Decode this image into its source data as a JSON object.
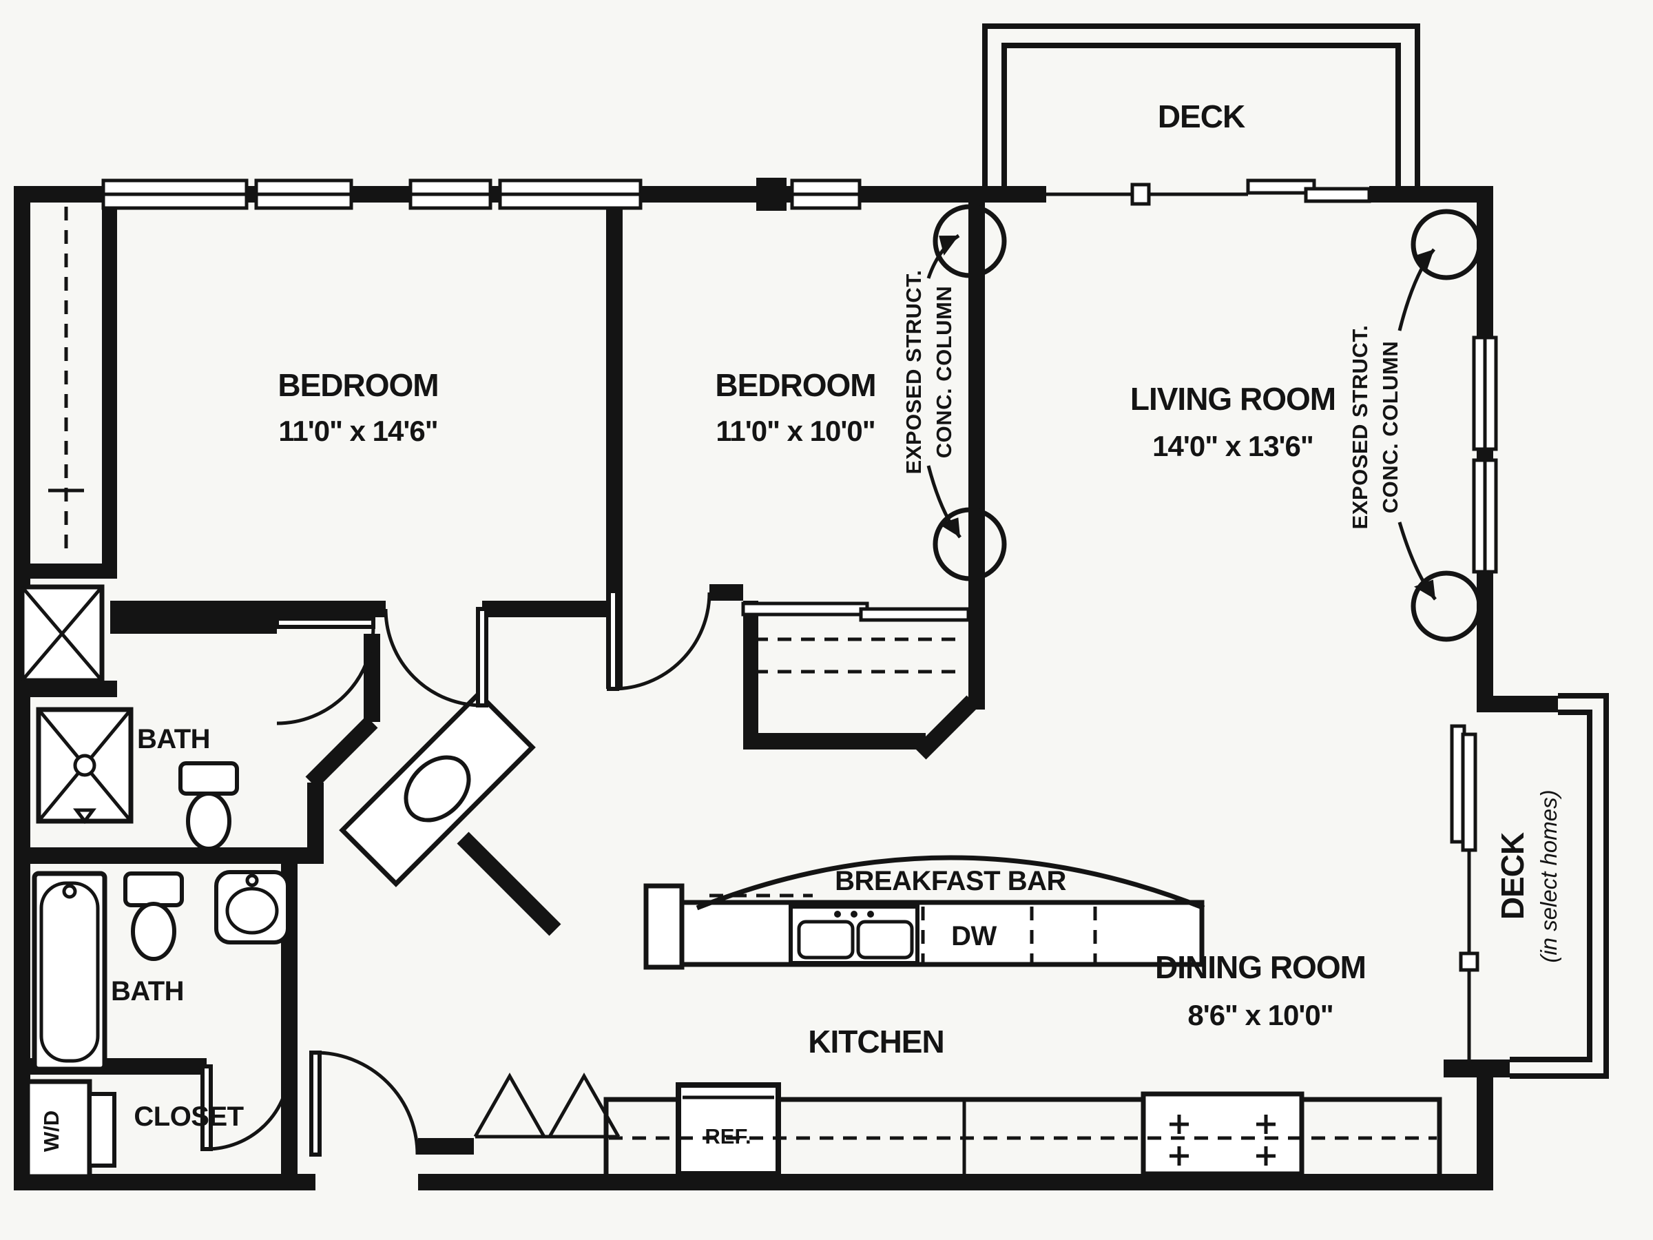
{
  "colors": {
    "ink": "#141414",
    "paper": "#f7f7f4"
  },
  "decks": {
    "top": {
      "label": "DECK"
    },
    "right": {
      "label": "DECK",
      "note": "(in select homes)"
    }
  },
  "rooms": {
    "bedroom1": {
      "name": "BEDROOM",
      "dims": "11'0\" x 14'6\""
    },
    "bedroom2": {
      "name": "BEDROOM",
      "dims": "11'0\" x 10'0\""
    },
    "living": {
      "name": "LIVING ROOM",
      "dims": "14'0\" x 13'6\""
    },
    "dining": {
      "name": "DINING ROOM",
      "dims": "8'6\" x 10'0\""
    },
    "kitchen": {
      "name": "KITCHEN"
    },
    "bath1": {
      "name": "BATH"
    },
    "bath2": {
      "name": "BATH"
    },
    "closet": {
      "name": "CLOSET"
    }
  },
  "fixtures": {
    "breakfast_bar": "BREAKFAST BAR",
    "dishwasher": "DW",
    "refrigerator": "REF.",
    "washer_dryer": "W/D"
  },
  "notes": {
    "column1": {
      "line1": "EXPOSED STRUCT.",
      "line2": "CONC. COLUMN"
    },
    "column2": {
      "line1": "EXPOSED STRUCT.",
      "line2": "CONC. COLUMN"
    }
  }
}
